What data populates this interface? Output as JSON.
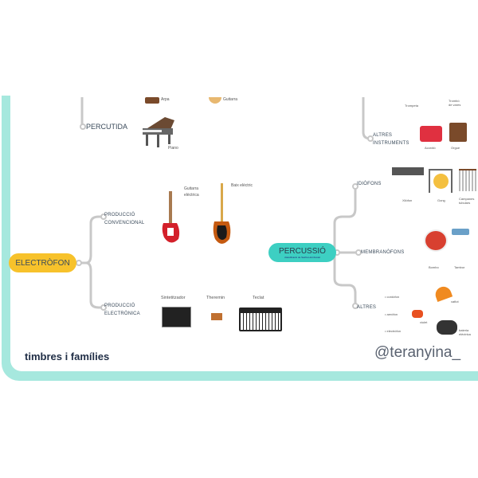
{
  "colors": {
    "frame": "#a6e8de",
    "electrofon": "#f7c22b",
    "percussio": "#3dcfc2",
    "line": "#c8c8c8"
  },
  "left": {
    "top_items": [
      "Arpa",
      "Guitarra"
    ],
    "percutida": "PERCUTIDA",
    "piano": "Piano",
    "electrofon": "ELECTRÒFON",
    "conv": {
      "label_1": "PRODUCCIÓ",
      "label_2": "CONVENCIONAL",
      "items": [
        "Guitarra elèctrica",
        "Baix elèctric"
      ]
    },
    "elec": {
      "label_1": "PRODUCCIÓ",
      "label_2": "ELECTRÒNICA",
      "items": [
        "Sintetitzador",
        "Theremin",
        "Teclat"
      ]
    }
  },
  "right": {
    "top_items": [
      "Trompeta",
      "Trombó de vares"
    ],
    "altres_instr": {
      "label_1": "ALTRES",
      "label_2": "INSTRUMENTS",
      "items": [
        "Acordió",
        "Orgue"
      ]
    },
    "percussio": "PERCUSSIÓ",
    "percussio_sub": "classificació de Sachs-Hornbostel",
    "idiofons": {
      "label": "IDIÒFONS",
      "items": [
        "Xilòfon",
        "Gong",
        "Campanes tubulars"
      ]
    },
    "membranofons": {
      "label": "MEMBRANÒFONS",
      "items": [
        "Bombo",
        "Tambor"
      ]
    },
    "altres": {
      "label": "ALTRES",
      "bullets": [
        "cordòfon",
        "aeròfon",
        "electròfon"
      ],
      "items": [
        "xafiot",
        "xiulet",
        "bateria elèctrica"
      ]
    }
  },
  "footer": {
    "title": "timbres i famílies",
    "handle": "@teranyina_"
  }
}
